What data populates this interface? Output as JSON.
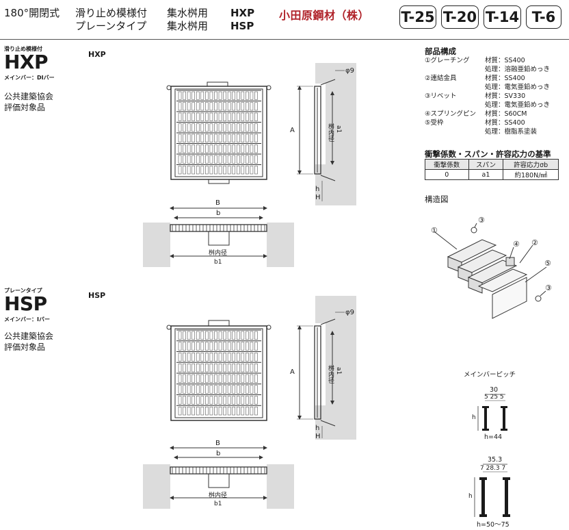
{
  "header": {
    "line1": {
      "c1": "180°開閉式",
      "c2": "滑り止め模様付",
      "c3": "集水桝用",
      "c4": "HXP"
    },
    "line2": {
      "c2": "プレーンタイプ",
      "c3": "集水桝用",
      "c4": "HSP"
    },
    "maker": "小田原鋼材（株）",
    "loads": [
      "T-25",
      "T-20",
      "T-14",
      "T-6"
    ]
  },
  "hxp": {
    "type_label": "滑り止め模様付",
    "model": "HXP",
    "main_bar": "メインバー：DIバー",
    "note1": "公共建築協会",
    "note2": "評価対象品",
    "drawing_label": "HXP"
  },
  "hsp": {
    "type_label": "プレーンタイプ",
    "model": "HSP",
    "main_bar": "メインバー：Iバー",
    "note1": "公共建築協会",
    "note2": "評価対象品",
    "drawing_label": "HSP"
  },
  "drawing": {
    "dim_B": "B",
    "dim_b": "b",
    "dim_A": "A",
    "dim_a1": "a1",
    "inner": "桝内径",
    "dim_b1": "b1",
    "dim_h": "h",
    "dim_H": "H",
    "phi": "φ9"
  },
  "parts": {
    "title": "部品構成",
    "items": [
      {
        "name": "①グレーチング",
        "k1": "材質",
        "v1": "SS400",
        "k2": "処理",
        "v2": "溶融亜鉛めっき"
      },
      {
        "name": "②連結金具",
        "k1": "材質",
        "v1": "SS400",
        "k2": "処理",
        "v2": "電気亜鉛めっき"
      },
      {
        "name": "③リベット",
        "k1": "材質",
        "v1": "SV330",
        "k2": "処理",
        "v2": "電気亜鉛めっき"
      },
      {
        "name": "④スプリングピン",
        "k1": "材質",
        "v1": "S60CM",
        "k2": "",
        "v2": ""
      },
      {
        "name": "⑤受枠",
        "k1": "材質",
        "v1": "SS400",
        "k2": "処理",
        "v2": "樹脂系塗装"
      }
    ]
  },
  "coeff": {
    "title": "衝撃係数・スパン・許容応力の基準",
    "headers": [
      "衝撃係数",
      "スパン",
      "許容応力σb"
    ],
    "row": [
      "0",
      "a1",
      "約180N/㎟"
    ]
  },
  "structure": {
    "title": "構造図",
    "callouts": [
      "①",
      "②",
      "③",
      "④",
      "⑤",
      "③"
    ]
  },
  "pitch": {
    "title": "メインバーピッチ",
    "p1": {
      "total": "30",
      "sub": "5 25 5",
      "h": "h",
      "cap": "h=44"
    },
    "p2": {
      "total": "35.3",
      "sub": "7 28.3 7",
      "h": "h",
      "cap": "h=50〜75"
    }
  },
  "colors": {
    "maker": "#b0232a",
    "concrete": "#dcdcdc",
    "line": "#333333"
  }
}
